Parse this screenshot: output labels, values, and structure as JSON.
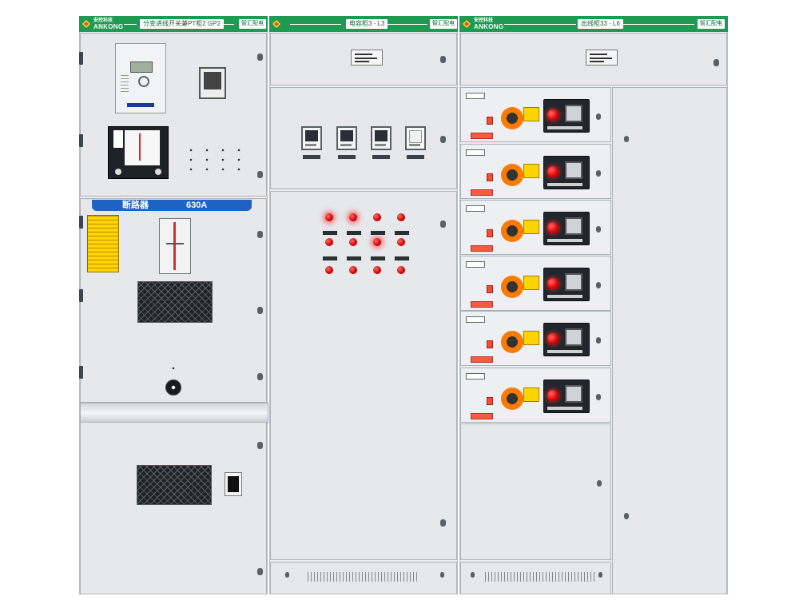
{
  "cabinets": [
    {
      "id": "left",
      "brand_cn": "安控科技",
      "brand_en": "ANKONG",
      "title": "分变进线开关兼PT柜2 GP2",
      "tag": "智汇配电",
      "breaker_banner": {
        "label": "断路器",
        "rating": "630A"
      }
    },
    {
      "id": "middle",
      "title": "电容柜3 - L3",
      "tag": "智汇配电"
    },
    {
      "id": "right",
      "brand_cn": "安控科技",
      "brand_en": "ANKONG",
      "title": "出线柜33 - L6",
      "tag": "智汇配电"
    }
  ],
  "colors": {
    "header_green": "#1f9a52",
    "cabinet_body": "#eceef1",
    "indicator_red": "#e00000",
    "banner_blue": "#1e63c4",
    "handle_orange": "#ff7a00",
    "warning_yellow": "#ffd400"
  },
  "icons": [
    "ankong-logo-icon",
    "indicator-lamp-icon",
    "meter-icon",
    "vent-grille-icon",
    "rotary-handle-icon",
    "door-knob-icon",
    "hinge-icon"
  ]
}
